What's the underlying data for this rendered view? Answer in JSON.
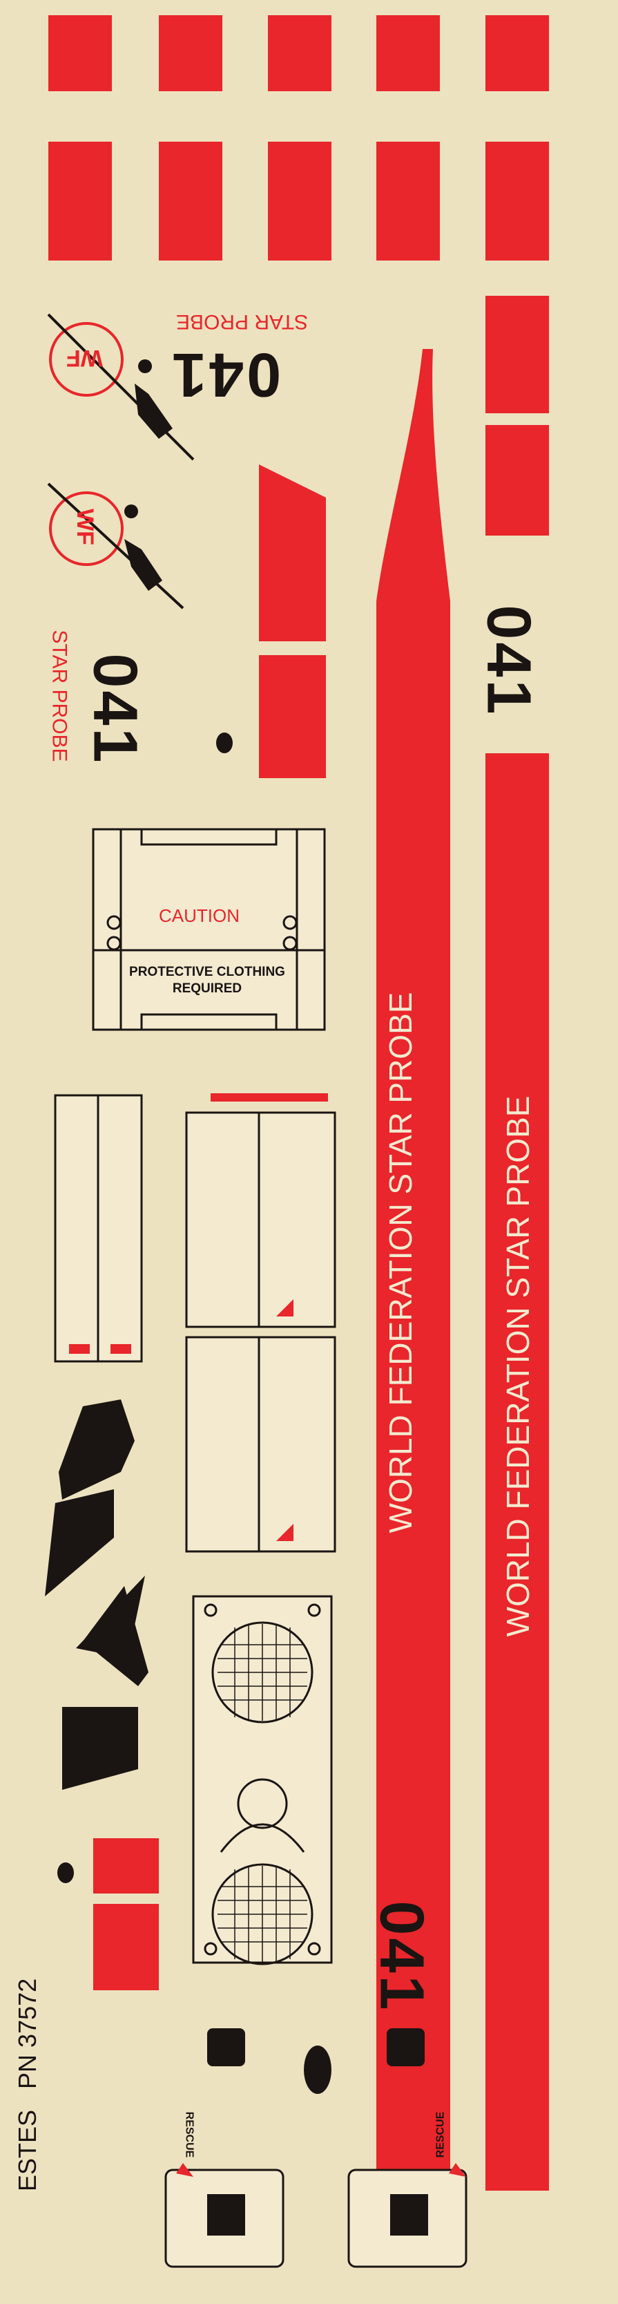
{
  "colors": {
    "background": "#ede2c0",
    "decal_backing": "#f3ead0",
    "red": "#e8262b",
    "black": "#1a1512",
    "window_gray": "#c9c0a8"
  },
  "ship_number": "041",
  "insignia": {
    "letters": "WF"
  },
  "star_probe_label": "STAR PROBE",
  "caution_panel": {
    "heading": "CAUTION",
    "body": "PROTECTIVE CLOTHING REQUIRED"
  },
  "stripe_text": "WORLD FEDERATION STAR PROBE",
  "hatch_label": "RESCUE",
  "part_number": "ESTES   PN 37572"
}
